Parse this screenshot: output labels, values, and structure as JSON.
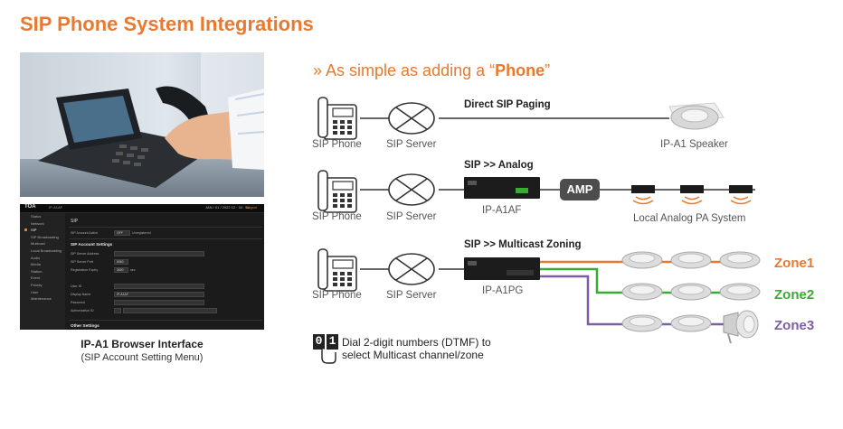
{
  "title": "SIP Phone System Integrations",
  "subtitle": {
    "prefix": "» As simple as adding a “",
    "emphasis": "Phone",
    "suffix": "”"
  },
  "browser_ui": {
    "brand": "TOA",
    "model": "IP-A1AF",
    "clock": "JAN / 01 / 2022   12 : 34 : 56",
    "logout": "Logout",
    "sidebar": [
      "Status",
      "Network",
      "SIP",
      "SIP Broadcasting",
      "Multicast",
      "Local Broadcasting",
      "Audio",
      "Media",
      "Station",
      "Event",
      "Priority",
      "User",
      "Maintenance"
    ],
    "page_title": "SIP",
    "account_active_label": "SIP Account Active",
    "account_active_value": "OFF",
    "account_status": "Unregistered",
    "section_account": "SIP Account Settings",
    "server_address_label": "SIP Server Address",
    "server_port_label": "SIP Server Port",
    "server_port_value": "5060",
    "reg_expiry_label": "Registration Expiry",
    "reg_expiry_value": "3600",
    "reg_expiry_unit": "sec",
    "user_id_label": "User ID",
    "display_name_label": "Display Name",
    "display_name_value": "IP-A1AF",
    "password_label": "Password",
    "auth_id_label": "Authorization ID",
    "section_other": "Other Settings"
  },
  "caption": {
    "title": "IP-A1 Browser Interface",
    "subtitle": "(SIP Account Setting Menu)"
  },
  "rows": [
    {
      "phone": "SIP Phone",
      "server": "SIP Server",
      "link": "Direct SIP Paging",
      "device": "IP-A1 Speaker"
    },
    {
      "phone": "SIP Phone",
      "server": "SIP Server",
      "link": "SIP >> Analog",
      "device": "IP-A1AF",
      "amp": "AMP",
      "system": "Local Analog PA System"
    },
    {
      "phone": "SIP Phone",
      "server": "SIP Server",
      "link": "SIP >> Multicast Zoning",
      "device": "IP-A1PG"
    }
  ],
  "zones": [
    {
      "label": "Zone1",
      "color": "#e8792f"
    },
    {
      "label": "Zone2",
      "color": "#3aaa35"
    },
    {
      "label": "Zone3",
      "color": "#7b5ea7"
    }
  ],
  "dtmf": {
    "digits": [
      "0",
      "1"
    ],
    "text1": "Dial 2-digit numbers (DTMF) to",
    "text2": "select Multicast channel/zone"
  }
}
